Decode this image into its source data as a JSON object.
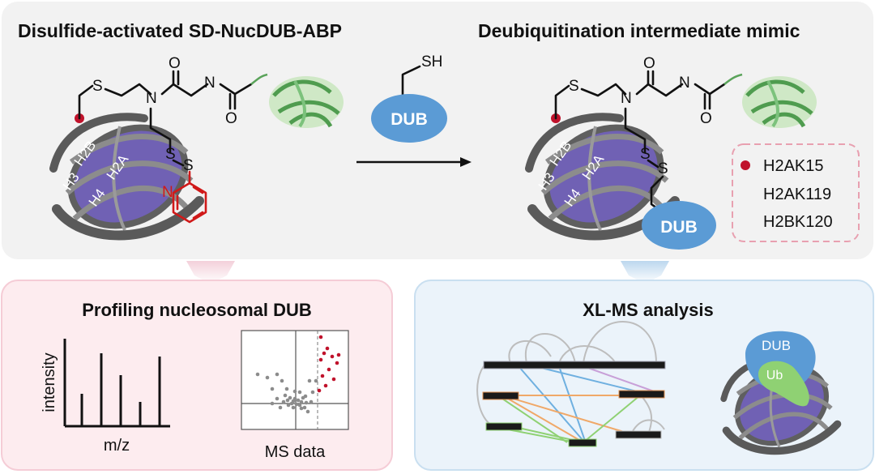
{
  "top_panel": {
    "left_title": "Disulfide-activated SD-NucDUB-ABP",
    "right_title": "Deubiquitination intermediate mimic",
    "reagent": {
      "sh": "SH",
      "dub": "DUB"
    },
    "product_dub": "DUB",
    "histones": {
      "h3": "H3",
      "h2b": "H2B",
      "h4": "H4",
      "h2a": "H2A"
    },
    "atoms": {
      "s": "S",
      "n": "N",
      "o": "O"
    },
    "sites": [
      "H2AK15",
      "H2AK119",
      "H2BK120"
    ]
  },
  "bottom_left": {
    "title": "Profiling nucleosomal DUB",
    "ms_spectrum": {
      "ylabel": "intensity",
      "xlabel": "m/z",
      "peaks": [
        0.4,
        0.9,
        0.63,
        0.3,
        0.86
      ]
    },
    "scatter_caption": "MS data"
  },
  "bottom_right": {
    "title": "XL-MS analysis",
    "complex_labels": {
      "dub": "DUB",
      "ub": "Ub"
    }
  },
  "colors": {
    "panel_top": "#f2f2f2",
    "panel_pink": "#fdecef",
    "panel_blue": "#ebf3fa",
    "dub_blue": "#5b9bd5",
    "histone_purple": "#7061b4",
    "accent_red": "#c0122b",
    "ub_green": "#8fd173"
  }
}
